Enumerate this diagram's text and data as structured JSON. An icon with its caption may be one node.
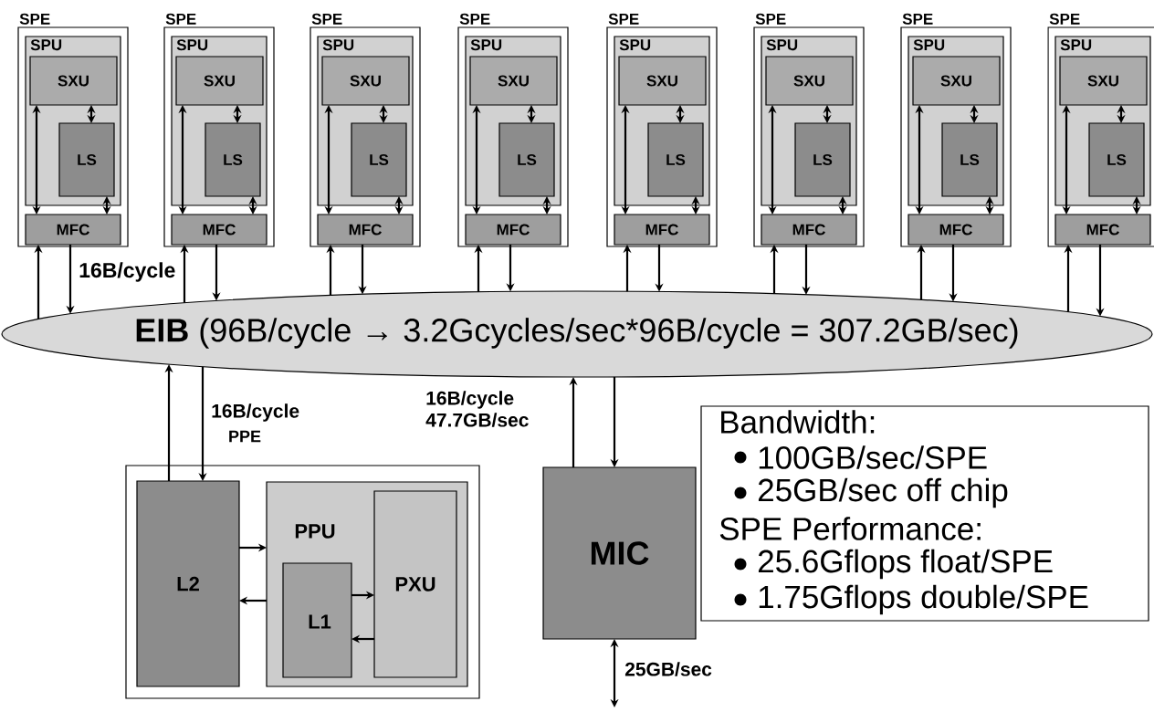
{
  "diagram": {
    "nodes": [
      {
        "text": [
          "SPE"
        ]
      },
      {
        "text": [
          "SPU"
        ],
        "in": 0
      },
      {
        "text": [
          "SXU"
        ],
        "in": 1
      },
      {
        "text": [
          "LS"
        ],
        "in": 1
      },
      {
        "text": [
          "MFC"
        ],
        "in": 0
      },
      {
        "text": [
          "SPE"
        ]
      },
      {
        "text": [
          "SPU"
        ],
        "in": 5
      },
      {
        "text": [
          "SXU"
        ],
        "in": 6
      },
      {
        "text": [
          "LS"
        ],
        "in": 6
      },
      {
        "text": [
          "MFC"
        ],
        "in": 5
      },
      {
        "text": [
          "SPE"
        ]
      },
      {
        "text": [
          "SPU"
        ],
        "in": 10
      },
      {
        "text": [
          "SXU"
        ],
        "in": 11
      },
      {
        "text": [
          "LS"
        ],
        "in": 11
      },
      {
        "text": [
          "MFC"
        ],
        "in": 10
      },
      {
        "text": [
          "SPE"
        ]
      },
      {
        "text": [
          "SPU"
        ],
        "in": 15
      },
      {
        "text": [
          "SXU"
        ],
        "in": 16
      },
      {
        "text": [
          "LS"
        ],
        "in": 16
      },
      {
        "text": [
          "MFC"
        ],
        "in": 15
      },
      {
        "text": [
          "SPE"
        ]
      },
      {
        "text": [
          "SPU"
        ],
        "in": 20
      },
      {
        "text": [
          "SXU"
        ],
        "in": 21
      },
      {
        "text": [
          "LS"
        ],
        "in": 21
      },
      {
        "text": [
          "MFC"
        ],
        "in": 20
      },
      {
        "text": [
          "SPE"
        ]
      },
      {
        "text": [
          "SPU"
        ],
        "in": 25
      },
      {
        "text": [
          "SXU"
        ],
        "in": 26
      },
      {
        "text": [
          "LS"
        ],
        "in": 26
      },
      {
        "text": [
          "MFC"
        ],
        "in": 25
      },
      {
        "text": [
          "SPE"
        ]
      },
      {
        "text": [
          "SPU"
        ],
        "in": 30
      },
      {
        "text": [
          "SXU"
        ],
        "in": 31
      },
      {
        "text": [
          "LS"
        ],
        "in": 31
      },
      {
        "text": [
          "MFC"
        ],
        "in": 30
      },
      {
        "text": [
          "SPE"
        ]
      },
      {
        "text": [
          "SPU"
        ],
        "in": 35
      },
      {
        "text": [
          "SXU"
        ],
        "in": 36
      },
      {
        "text": [
          "LS"
        ],
        "in": 36
      },
      {
        "text": [
          "MFC"
        ],
        "in": 35
      },
      {
        "text": [
          "**EIB** (96B/cycle → 3.2Gcycles/sec*96B/cycle = 307.2GB/sec)"
        ]
      },
      {
        "text": [
          "PPE"
        ]
      },
      {
        "text": [
          "L2"
        ],
        "in": 41
      },
      {
        "text": [
          "PPU"
        ],
        "in": 41
      },
      {
        "text": [
          "L1"
        ],
        "in": 43
      },
      {
        "text": [
          "PXU"
        ],
        "in": 43
      },
      {
        "text": [
          "MIC"
        ]
      },
      {
        "text": [
          "Bandwidth:",
          "100GB/sec/SPE",
          "25GB/sec off chip",
          "SPE Performance:",
          "25.6Gflops float/SPE",
          "1.75Gflops double/SPE"
        ]
      }
    ],
    "edges": [
      {
        "from": 2,
        "to": 3,
        "arrow": "both"
      },
      {
        "from": 2,
        "to": 4,
        "arrow": "both"
      },
      {
        "from": 3,
        "to": 4,
        "arrow": "both"
      },
      {
        "from": 40,
        "to": 4,
        "arrow": "to"
      },
      {
        "from": 4,
        "to": 40,
        "arrow": "to"
      },
      {
        "from": 7,
        "to": 8,
        "arrow": "both"
      },
      {
        "from": 7,
        "to": 9,
        "arrow": "both"
      },
      {
        "from": 8,
        "to": 9,
        "arrow": "both"
      },
      {
        "from": 40,
        "to": 9,
        "arrow": "to"
      },
      {
        "from": 9,
        "to": 40,
        "arrow": "to"
      },
      {
        "from": 12,
        "to": 13,
        "arrow": "both"
      },
      {
        "from": 12,
        "to": 14,
        "arrow": "both"
      },
      {
        "from": 13,
        "to": 14,
        "arrow": "both"
      },
      {
        "from": 40,
        "to": 14,
        "arrow": "to"
      },
      {
        "from": 14,
        "to": 40,
        "arrow": "to"
      },
      {
        "from": 17,
        "to": 18,
        "arrow": "both"
      },
      {
        "from": 17,
        "to": 19,
        "arrow": "both"
      },
      {
        "from": 18,
        "to": 19,
        "arrow": "both"
      },
      {
        "from": 40,
        "to": 19,
        "arrow": "to"
      },
      {
        "from": 19,
        "to": 40,
        "arrow": "to"
      },
      {
        "from": 22,
        "to": 23,
        "arrow": "both"
      },
      {
        "from": 22,
        "to": 24,
        "arrow": "both"
      },
      {
        "from": 23,
        "to": 24,
        "arrow": "both"
      },
      {
        "from": 40,
        "to": 24,
        "arrow": "to"
      },
      {
        "from": 24,
        "to": 40,
        "arrow": "to"
      },
      {
        "from": 27,
        "to": 28,
        "arrow": "both"
      },
      {
        "from": 27,
        "to": 29,
        "arrow": "both"
      },
      {
        "from": 28,
        "to": 29,
        "arrow": "both"
      },
      {
        "from": 40,
        "to": 29,
        "arrow": "to"
      },
      {
        "from": 29,
        "to": 40,
        "arrow": "to"
      },
      {
        "from": 32,
        "to": 33,
        "arrow": "both"
      },
      {
        "from": 32,
        "to": 34,
        "arrow": "both"
      },
      {
        "from": 33,
        "to": 34,
        "arrow": "both"
      },
      {
        "from": 40,
        "to": 34,
        "arrow": "to"
      },
      {
        "from": 34,
        "to": 40,
        "arrow": "to"
      },
      {
        "from": 37,
        "to": 38,
        "arrow": "both"
      },
      {
        "from": 37,
        "to": 39,
        "arrow": "both"
      },
      {
        "from": 38,
        "to": 39,
        "arrow": "both"
      },
      {
        "from": 40,
        "to": 39,
        "arrow": "to"
      },
      {
        "from": 39,
        "to": 40,
        "arrow": "to"
      },
      {
        "from": 42,
        "to": 40,
        "arrow": "to"
      },
      {
        "from": 40,
        "to": 42,
        "arrow": "to"
      },
      {
        "from": 42,
        "to": 43,
        "arrow": "to"
      },
      {
        "from": 43,
        "to": 42,
        "arrow": "to"
      },
      {
        "from": 44,
        "to": 45,
        "arrow": "to"
      },
      {
        "from": 45,
        "to": 44,
        "arrow": "to"
      },
      {
        "from": 46,
        "to": 40,
        "arrow": "to"
      },
      {
        "from": 40,
        "to": 46,
        "arrow": "to"
      },
      {
        "from": 46,
        "to": null,
        "arrow": "both"
      }
    ],
    "labels": [
      "16B/cycle",
      "16B/cycle",
      "16B/cycle 47.7GB/sec",
      "25GB/sec"
    ]
  }
}
